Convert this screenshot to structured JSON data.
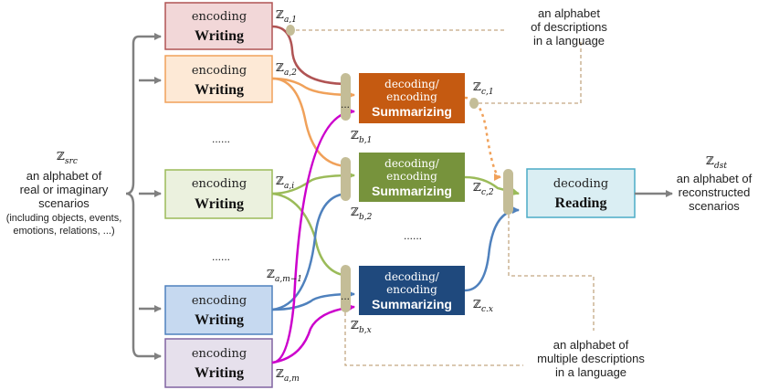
{
  "boxes": {
    "writing_1": {
      "line1": "encoding",
      "line2": "Writing"
    },
    "writing_2": {
      "line1": "encoding",
      "line2": "Writing"
    },
    "writing_i": {
      "line1": "encoding",
      "line2": "Writing"
    },
    "writing_m1": {
      "line1": "encoding",
      "line2": "Writing"
    },
    "writing_m": {
      "line1": "encoding",
      "line2": "Writing"
    },
    "summ_1": {
      "line1": "decoding/",
      "line1b": "encoding",
      "line2": "Summarizing"
    },
    "summ_2": {
      "line1": "decoding/",
      "line1b": "encoding",
      "line2": "Summarizing"
    },
    "summ_x": {
      "line1": "decoding/",
      "line1b": "encoding",
      "line2": "Summarizing"
    },
    "reading": {
      "line1": "decoding",
      "line2": "Reading"
    }
  },
  "symbols": {
    "a1": {
      "base": "ℤ",
      "sub": "a,1"
    },
    "a2": {
      "base": "ℤ",
      "sub": "a,2"
    },
    "ai": {
      "base": "ℤ",
      "sub": "a,i"
    },
    "am1": {
      "base": "ℤ",
      "sub": "a,m−1"
    },
    "am": {
      "base": "ℤ",
      "sub": "a,m"
    },
    "b1": {
      "base": "ℤ",
      "sub": "b,1"
    },
    "b2": {
      "base": "ℤ",
      "sub": "b,2"
    },
    "bx": {
      "base": "ℤ",
      "sub": "b,x"
    },
    "c1": {
      "base": "ℤ",
      "sub": "c,1"
    },
    "c2": {
      "base": "ℤ",
      "sub": "c,2"
    },
    "cx": {
      "base": "ℤ",
      "sub": "c.x"
    },
    "src": {
      "base": "ℤ",
      "sub": "src"
    },
    "dst": {
      "base": "ℤ",
      "sub": "dst"
    }
  },
  "labels": {
    "src_desc": [
      "an alphabet of",
      "real or imaginary",
      "scenarios"
    ],
    "src_note": [
      "(including objects, events,",
      "emotions, relations, ...)"
    ],
    "dst_desc": [
      "an alphabet of",
      "reconstructed",
      "scenarios"
    ],
    "top_note": [
      "an alphabet",
      "of descriptions",
      "in a language"
    ],
    "bottom_note": [
      "an alphabet of",
      "multiple descriptions",
      "in a language"
    ],
    "ellipsis_1": "......",
    "ellipsis_2": "......",
    "ellipsis_3": "......",
    "ellipsis_b": "..."
  },
  "colors": {
    "writing_1_fill": "#f2d7d8",
    "writing_1_stroke": "#b05454",
    "writing_2_fill": "#fde9d6",
    "writing_2_stroke": "#f0a15a",
    "writing_i_fill": "#ebf1de",
    "writing_i_stroke": "#9bbb59",
    "writing_m1_fill": "#c6d9f0",
    "writing_m1_stroke": "#4f81bd",
    "writing_m_fill": "#e6e0ec",
    "writing_m_stroke": "#8064a2",
    "summ_1_fill": "#c55a11",
    "summ_2_fill": "#77933c",
    "summ_x_fill": "#1f497d",
    "reading_fill": "#daeef3",
    "reading_stroke": "#4bacc6",
    "arrow_gray": "#808080",
    "red_line": "#b05454",
    "orange_line": "#f0a15a",
    "green_line": "#9bbb59",
    "blue_line": "#4f81bd",
    "magenta_line": "#cc00cc",
    "pill": "#c4bd97",
    "dashed": "#c4a882"
  }
}
